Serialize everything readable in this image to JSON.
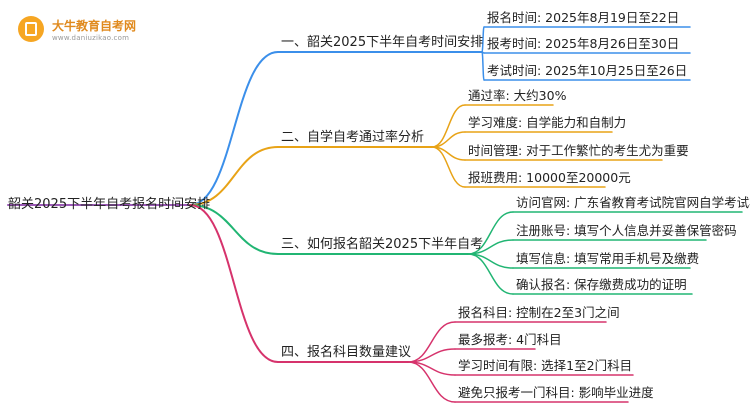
{
  "logo": {
    "name": "大牛教育自考网",
    "url": "www.daniuzikao.com"
  },
  "mindmap": {
    "root": "韶关2025下半年自考报名时间安排",
    "branches": [
      {
        "label": "一、韶关2025下半年自考时间安排",
        "color": "#3b8fea",
        "leaves": [
          "报名时间: 2025年8月19日至22日",
          "报考时间: 2025年8月26日至30日",
          "考试时间: 2025年10月25日至26日"
        ]
      },
      {
        "label": "二、自学自考通过率分析",
        "color": "#e8a317",
        "leaves": [
          "通过率: 大约30%",
          "学习难度: 自学能力和自制力",
          "时间管理: 对于工作繁忙的考生尤为重要",
          "报班费用: 10000至20000元"
        ]
      },
      {
        "label": "三、如何报名韶关2025下半年自考",
        "color": "#21b573",
        "leaves": [
          "访问官网: 广东省教育考试院官网自学考试栏目",
          "注册账号: 填写个人信息并妥善保管密码",
          "填写信息: 填写常用手机号及缴费",
          "确认报名: 保存缴费成功的证明"
        ]
      },
      {
        "label": "四、报名科目数量建议",
        "color": "#d6336c",
        "leaves": [
          "报名科目: 控制在2至3门之间",
          "最多报考: 4门科目",
          "学习时间有限: 选择1至2门科目",
          "避免只报考一门科目: 影响毕业进度"
        ]
      }
    ]
  }
}
